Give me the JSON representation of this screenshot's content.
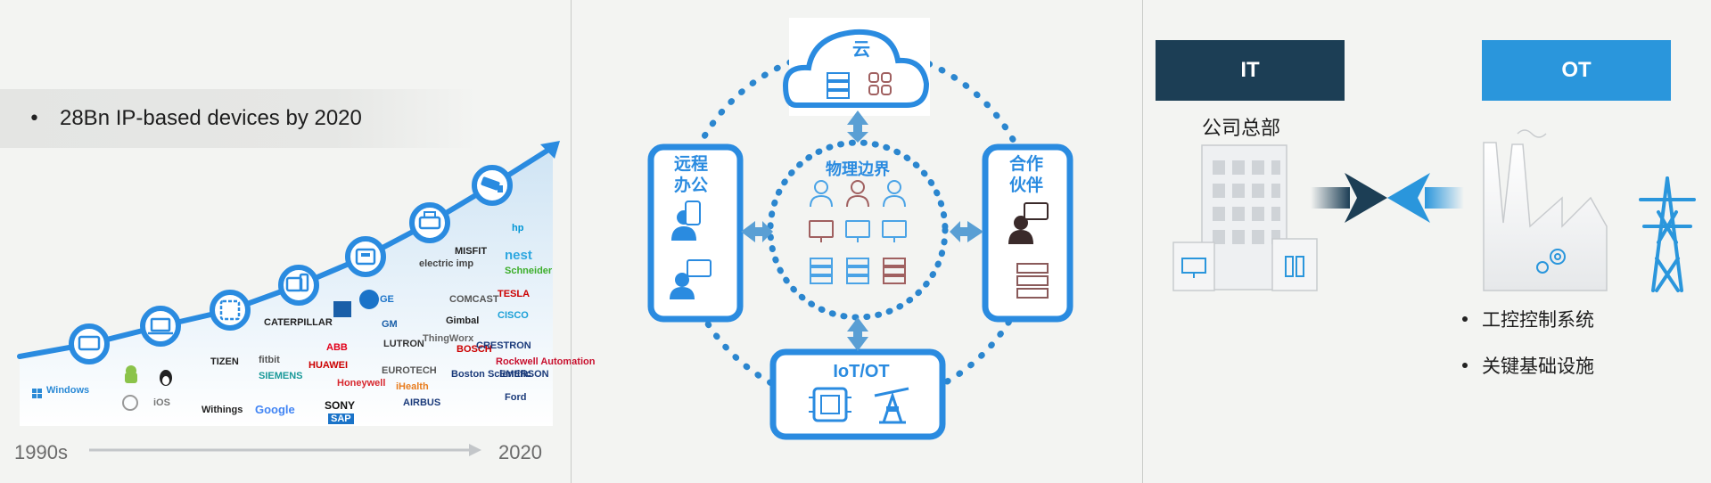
{
  "left_panel": {
    "headline": "28Bn IP-based devices by 2020",
    "bullet": "•",
    "axis_start": "1990s",
    "axis_end": "2020",
    "logos": [
      {
        "text": "Windows",
        "color": "#2b8ad6"
      },
      {
        "text": "iOS",
        "color": "#777777"
      },
      {
        "text": "TIZEN",
        "color": "#222222"
      },
      {
        "text": "fitbit",
        "color": "#555555"
      },
      {
        "text": "SIEMENS",
        "color": "#199999"
      },
      {
        "text": "CATERPILLAR",
        "color": "#222222"
      },
      {
        "text": "ABB",
        "color": "#e2001a"
      },
      {
        "text": "HUAWEI",
        "color": "#cc0000"
      },
      {
        "text": "Honeywell",
        "color": "#d8282f"
      },
      {
        "text": "SONY",
        "color": "#111111"
      },
      {
        "text": "SAP",
        "color": "#1a73c8"
      },
      {
        "text": "GE",
        "color": "#1a73c8"
      },
      {
        "text": "GM",
        "color": "#1a5fa8"
      },
      {
        "text": "ThingWorx",
        "color": "#666666"
      },
      {
        "text": "LUTRON",
        "color": "#333333"
      },
      {
        "text": "EUROTECH",
        "color": "#555555"
      },
      {
        "text": "iHealth",
        "color": "#e87c1e"
      },
      {
        "text": "AIRBUS",
        "color": "#1a3a7a"
      },
      {
        "text": "Google",
        "color": "#4285f4"
      },
      {
        "text": "Withings",
        "color": "#222222"
      },
      {
        "text": "Gimbal",
        "color": "#222222"
      },
      {
        "text": "COMCAST",
        "color": "#555555"
      },
      {
        "text": "CISCO",
        "color": "#1ba0d7"
      },
      {
        "text": "TESLA",
        "color": "#cc0000"
      },
      {
        "text": "BOSCH",
        "color": "#cc0000"
      },
      {
        "text": "CRESTRON",
        "color": "#1a3a7a"
      },
      {
        "text": "nest",
        "color": "#2fa7e0"
      },
      {
        "text": "Schneider",
        "color": "#3dae2b"
      },
      {
        "text": "hp",
        "color": "#0096d6"
      },
      {
        "text": "MISFIT",
        "color": "#222222"
      },
      {
        "text": "Rockwell Automation",
        "color": "#c8102e"
      },
      {
        "text": "EMERSON",
        "color": "#1a3a7a"
      },
      {
        "text": "Ford",
        "color": "#1a3a7a"
      },
      {
        "text": "electric imp",
        "color": "#444444"
      },
      {
        "text": "Boston Scientific",
        "color": "#1a3a7a"
      }
    ]
  },
  "middle_panel": {
    "cloud": "云",
    "remote_office": [
      "远程",
      "办公"
    ],
    "physical_boundary": "物理边界",
    "partners": [
      "合作",
      "伙伴"
    ],
    "iot_ot": "IoT/OT"
  },
  "right_panel": {
    "it_label": "IT",
    "ot_label": "OT",
    "hq_label": "公司总部",
    "ot_items": [
      "工控控制系统",
      "关键基础设施"
    ]
  },
  "colors": {
    "accent_blue": "#2a8be0",
    "dark_navy": "#1c3e55",
    "ot_blue": "#2a96dc",
    "dotted_blue": "#2b86cf"
  }
}
